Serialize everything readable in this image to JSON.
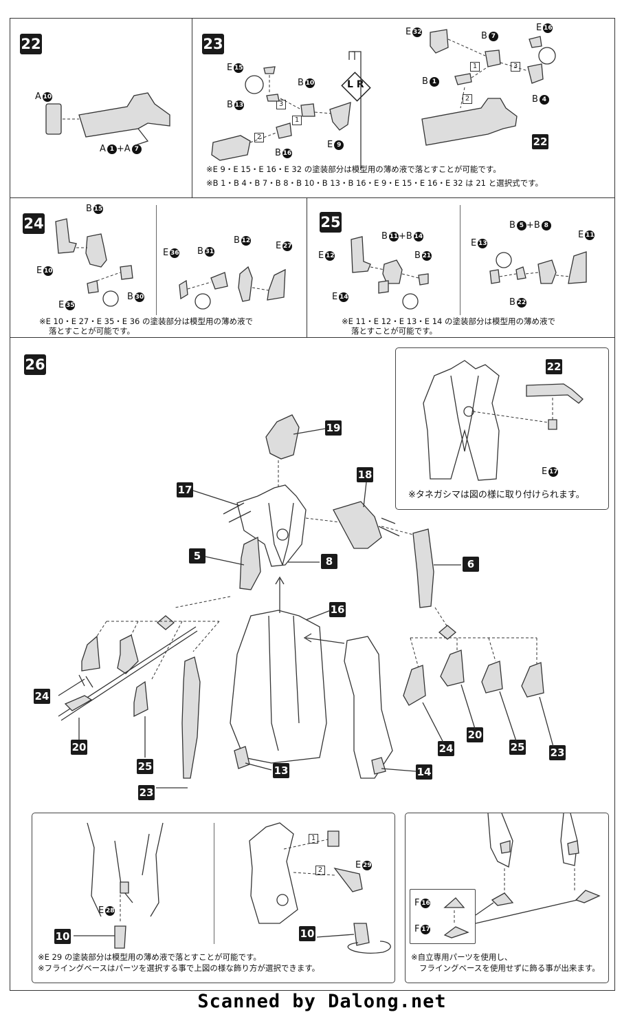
{
  "steps": {
    "s22": {
      "num": "22",
      "parts": {
        "a10": "A",
        "a1a7": "A"
      }
    },
    "s23": {
      "num": "23",
      "lr": "L R",
      "notes": [
        "※E 9・E 15・E 16・E 32 の塗装部分は模型用の薄め液で落とすことが可能です。",
        "※B 1・B 4・B 7・B 8・B 10・B 13・B 16・E 9・E 15・E 16・E 32 は 21 と選択式です。"
      ]
    },
    "s24": {
      "num": "24",
      "notes": [
        "※E 10・E 27・E 35・E 36 の塗装部分は模型用の薄め液で",
        "落とすことが可能です。"
      ]
    },
    "s25": {
      "num": "25",
      "notes": [
        "※E 11・E 12・E 13・E 14 の塗装部分は模型用の薄め液で",
        "落とすことが可能です。"
      ]
    },
    "s26": {
      "num": "26",
      "inset_note": "※タネガシマは図の様に取り付けられます。",
      "callouts": [
        "19",
        "17",
        "18",
        "5",
        "8",
        "6",
        "16",
        "24",
        "20",
        "25",
        "23",
        "13",
        "14",
        "24",
        "20",
        "25",
        "23",
        "22",
        "10",
        "10"
      ],
      "bottom_left_notes": [
        "※E 29 の塗装部分は模型用の薄め液で落とすことが可能です。",
        "※フライングベースはパーツを選択する事で上図の様な飾り方が選択できます。"
      ],
      "bottom_right_notes": [
        "※自立専用パーツを使用し、",
        "フライングベースを使用せずに飾る事が出来ます。"
      ]
    }
  },
  "footer": "Scanned by Dalong.net"
}
